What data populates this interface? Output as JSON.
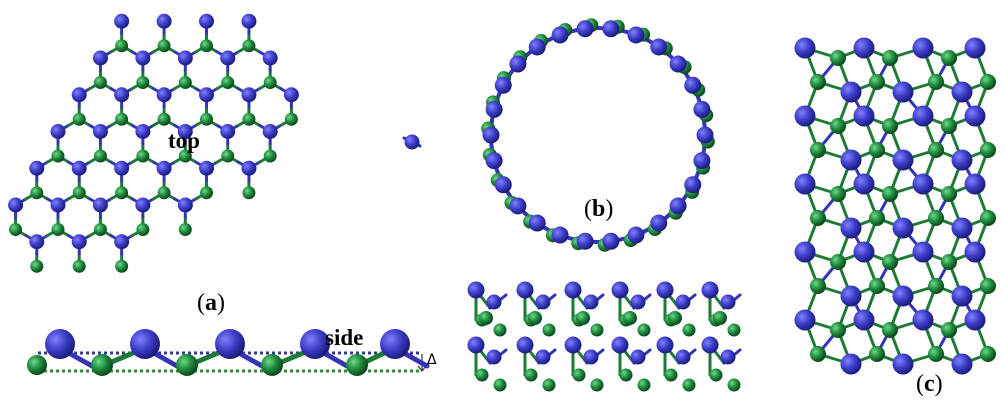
{
  "labels": {
    "top": "top",
    "side": "side",
    "panel_a": "a",
    "panel_b": "b",
    "panel_c": "c",
    "delta": "Δ"
  },
  "colors": {
    "atom_blue": "#3d3dc8",
    "atom_green": "#1e8a3c",
    "bond_blue": "#3434b4",
    "bond_green": "#1d7a34",
    "dotted_blue": "#2f3a9a",
    "dotted_green": "#2e8b2e"
  }
}
